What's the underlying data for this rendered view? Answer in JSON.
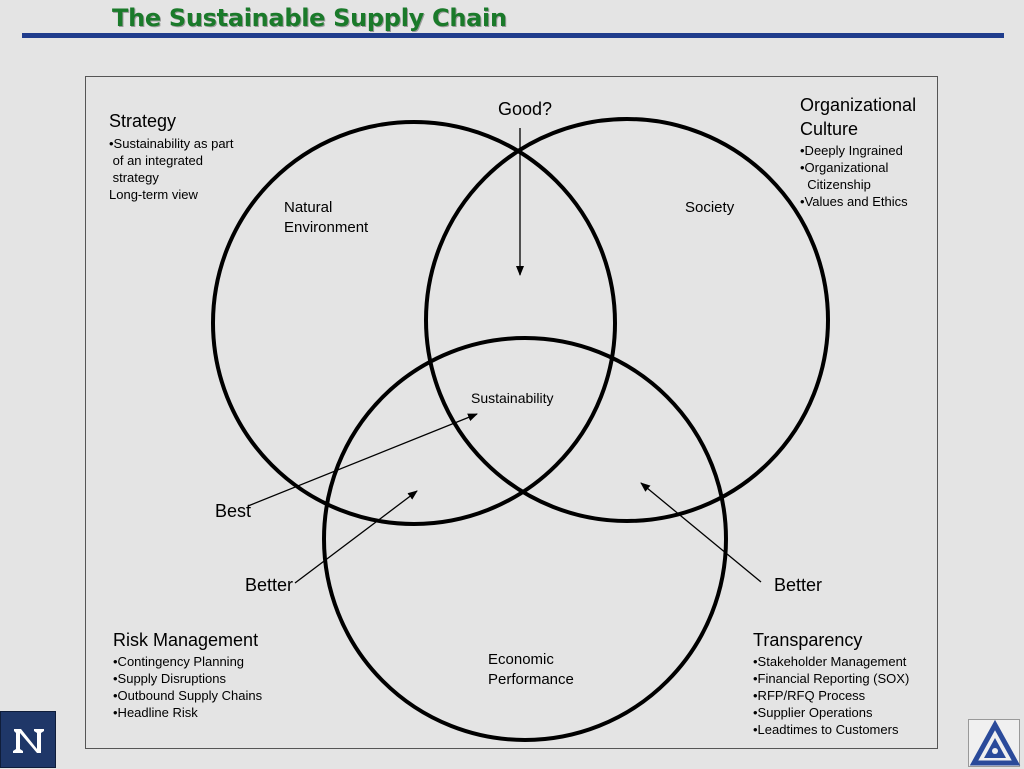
{
  "slide": {
    "title": "The Sustainable Supply Chain"
  },
  "diagram": {
    "circles": {
      "natural_environment": "Natural\nEnvironment",
      "society": "Society",
      "economic_performance": "Economic\nPerformance"
    },
    "center": "Sustainability",
    "arrows": {
      "good": "Good?",
      "best": "Best",
      "better_left": "Better",
      "better_right": "Better"
    },
    "panels": {
      "strategy": {
        "heading": "Strategy",
        "items": [
          "•Sustainability as part",
          " of an integrated",
          " strategy",
          "Long-term view"
        ]
      },
      "organizational_culture": {
        "heading_line1": "Organizational",
        "heading_line2": "Culture",
        "items": [
          "•Deeply Ingrained",
          "•Organizational",
          "  Citizenship",
          "•Values and Ethics"
        ]
      },
      "risk_management": {
        "heading": "Risk Management",
        "items": [
          "•Contingency Planning",
          "•Supply Disruptions",
          "•Outbound Supply Chains",
          "•Headline Risk"
        ]
      },
      "transparency": {
        "heading": "Transparency",
        "items": [
          "•Stakeholder Management",
          "•Financial Reporting (SOX)",
          "•RFP/RFQ Process",
          "•Supplier Operations",
          "•Leadtimes to Customers"
        ]
      }
    }
  },
  "logos": {
    "left_icon": "university-n-logo-icon",
    "right_icon": "triangle-emblem-logo-icon"
  },
  "colors": {
    "title": "#1a7a2a",
    "rule": "#1f3c8c",
    "background": "#e4e4e4"
  }
}
